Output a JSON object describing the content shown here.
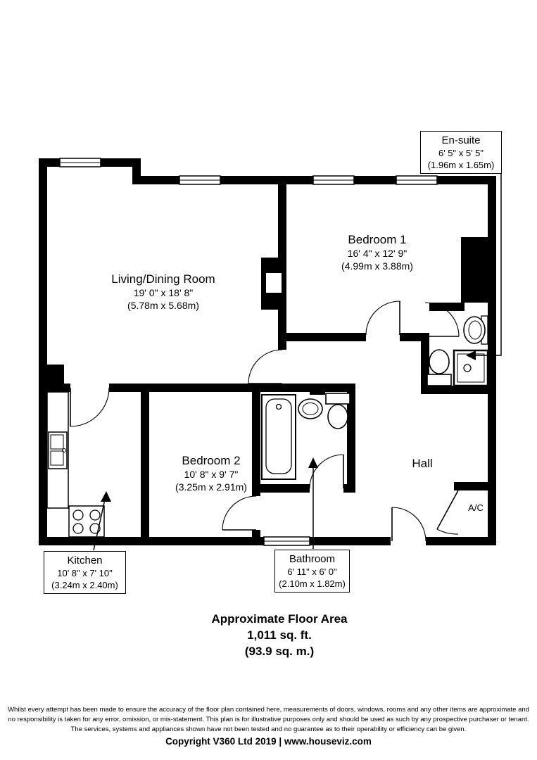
{
  "plan": {
    "rooms": {
      "living": {
        "name": "Living/Dining Room",
        "dims_ft": "19' 0\" x 18' 8\"",
        "dims_m": "(5.78m x 5.68m)"
      },
      "bedroom1": {
        "name": "Bedroom 1",
        "dims_ft": "16' 4\" x 12' 9\"",
        "dims_m": "(4.99m x 3.88m)"
      },
      "bedroom2": {
        "name": "Bedroom 2",
        "dims_ft": "10' 8\" x 9' 7\"",
        "dims_m": "(3.25m x 2.91m)"
      },
      "kitchen": {
        "name": "Kitchen",
        "dims_ft": "10' 8\" x 7' 10\"",
        "dims_m": "(3.24m x 2.40m)"
      },
      "bathroom": {
        "name": "Bathroom",
        "dims_ft": "6' 11\" x 6' 0\"",
        "dims_m": "(2.10m x 1.82m)"
      },
      "ensuite": {
        "name": "En-suite",
        "dims_ft": "6' 5\" x 5' 5\"",
        "dims_m": "(1.96m x 1.65m)"
      },
      "hall": {
        "name": "Hall"
      },
      "ac": {
        "name": "A/C"
      }
    }
  },
  "floor_area": {
    "title": "Approximate Floor Area",
    "imperial": "1,011 sq. ft.",
    "metric": "(93.9 sq. m.)"
  },
  "disclaimer": {
    "line1": "Whilst every attempt has been made to ensure the accuracy of the floor plan contained here, measurements of doors, windows, rooms and any other items are approximate and",
    "line2": "no responsibility is taken for any error, omission, or mis-statement. This plan is for illustrative purposes only and should be used as such by any prospective purchaser or tenant.",
    "line3": "The services, systems and appliances shown have not been tested and no guarantee as to their operability or efficiency can be given."
  },
  "copyright": "Copyright V360 Ltd 2019 | www.houseviz.com",
  "colors": {
    "wall": "#000000",
    "background": "#ffffff"
  }
}
